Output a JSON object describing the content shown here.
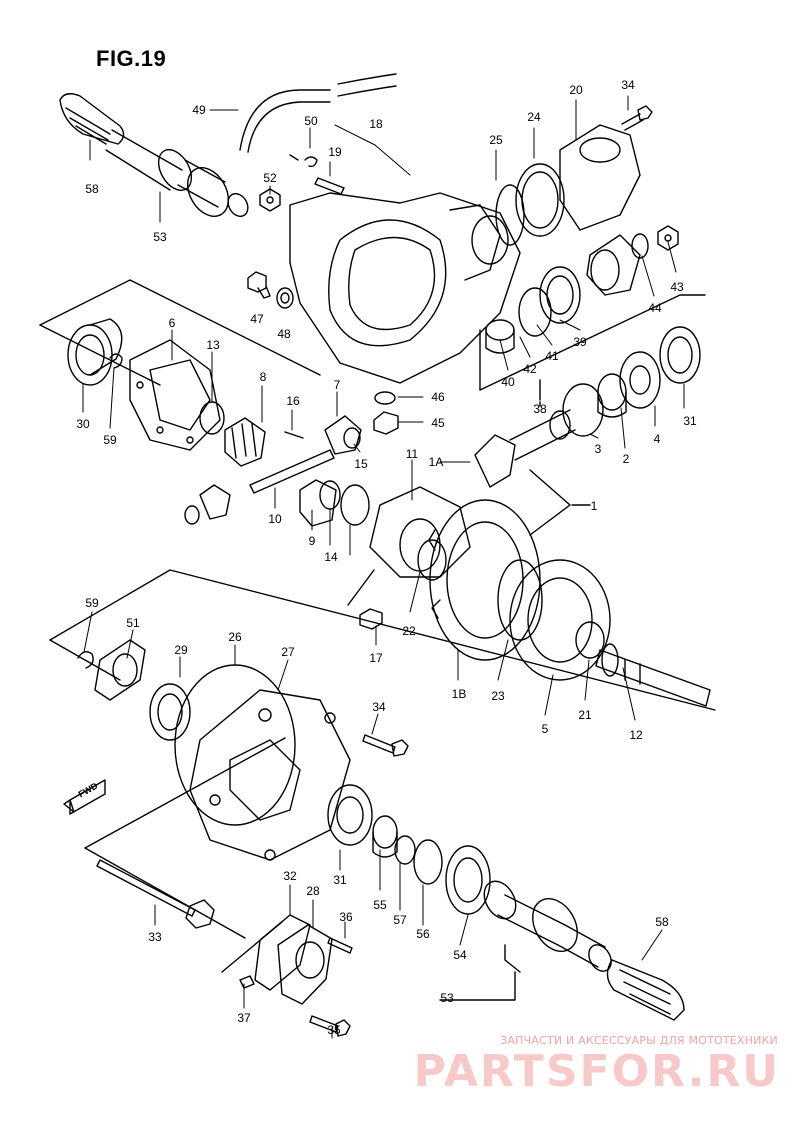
{
  "figure": {
    "title": "FIG.19"
  },
  "direction_marker": "FWD",
  "watermark": {
    "caption": "ЗАПЧАСТИ И АКСЕССУАРЫ ДЛЯ МОТОТЕХНИКИ",
    "logo": "PARTSFOR.RU",
    "color": "#f2a3a3"
  },
  "part_labels": [
    "58",
    "53",
    "49",
    "50",
    "19",
    "18",
    "52",
    "47",
    "48",
    "25",
    "24",
    "20",
    "34",
    "43",
    "44",
    "39",
    "41",
    "42",
    "40",
    "38",
    "31",
    "4",
    "2",
    "3",
    "1",
    "1A",
    "6",
    "13",
    "30",
    "59",
    "8",
    "16",
    "7",
    "46",
    "45",
    "15",
    "10",
    "9",
    "14",
    "11",
    "22",
    "17",
    "1B",
    "23",
    "5",
    "21",
    "12",
    "59",
    "51",
    "29",
    "26",
    "27",
    "34",
    "31",
    "55",
    "57",
    "56",
    "54",
    "33",
    "32",
    "28",
    "36",
    "37",
    "35",
    "58",
    "53"
  ]
}
